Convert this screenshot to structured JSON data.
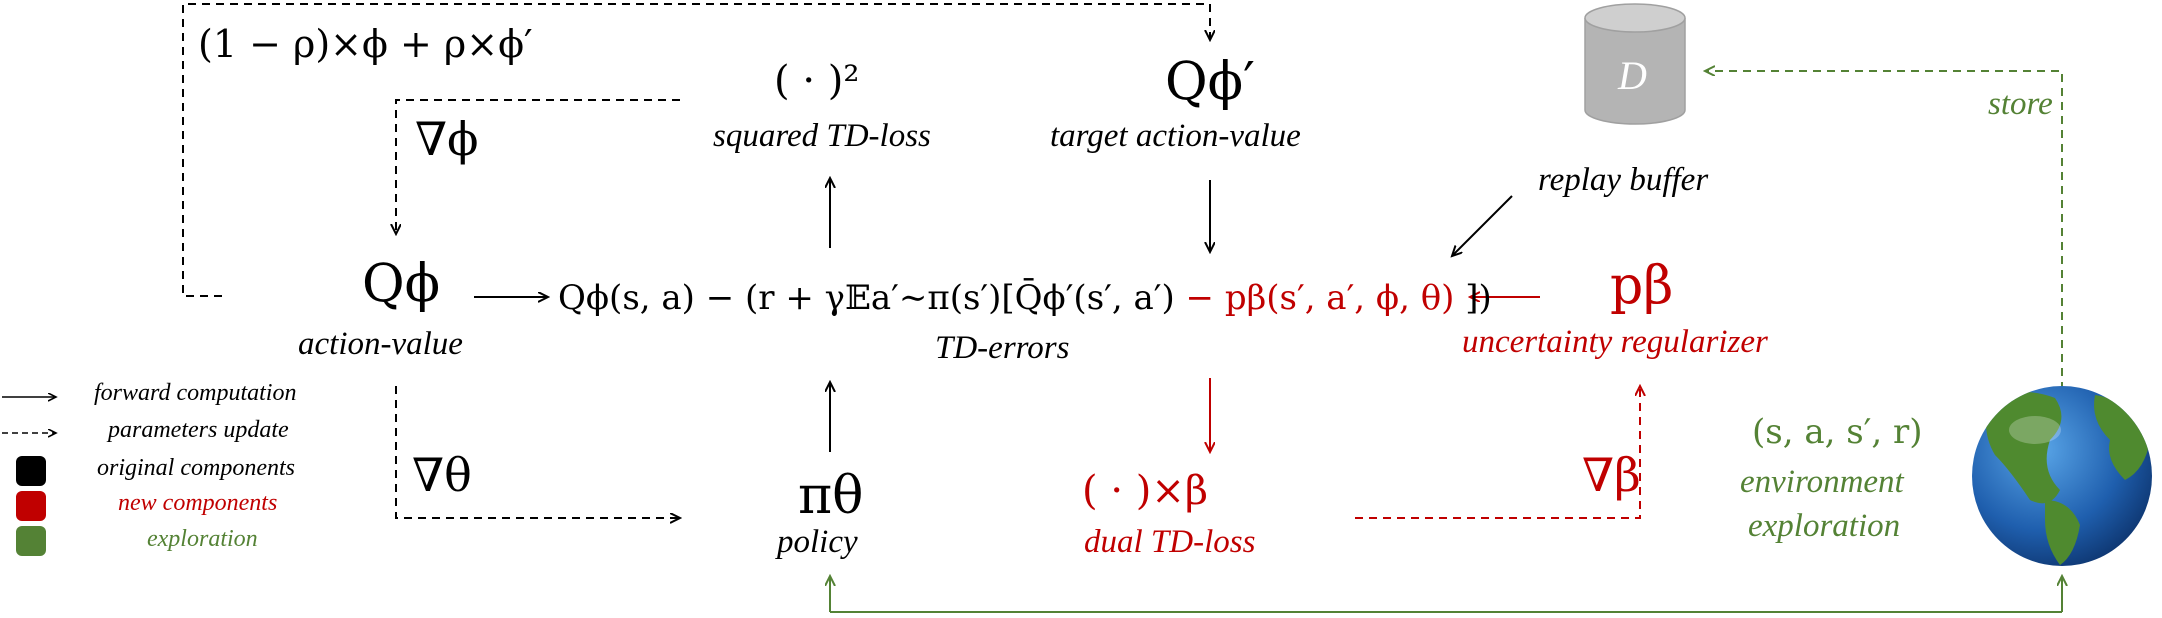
{
  "soft_update": "(1 − ρ)×ϕ + ρ×ϕ′",
  "squared": {
    "symbol": "(   ·   )²",
    "label": "squared TD-loss"
  },
  "target": {
    "symbol": "Qϕ′",
    "label": "target action-value"
  },
  "replay": {
    "symbol": "D",
    "label": "replay buffer"
  },
  "store_label": "store",
  "grad_phi": "∇ϕ",
  "grad_theta": "∇θ",
  "grad_beta": "∇β",
  "critic": {
    "symbol": "Qϕ",
    "label": "action-value"
  },
  "td": {
    "black_part": "Qϕ(s, a) − (r + γ𝔼a′∼π(s′)[Q̄ϕ′(s′, a′)",
    "red_part": "− pβ(s′, a′, ϕ, θ)",
    "close": "])",
    "label": "TD-errors"
  },
  "regularizer": {
    "symbol": "pβ",
    "label": "uncertainty regularizer"
  },
  "policy": {
    "symbol": "πθ",
    "label": "policy"
  },
  "dual": {
    "symbol": "(   ·   )×β",
    "label": "dual TD-loss"
  },
  "env": {
    "tuple": "(s, a, s′, r)",
    "label_line1": "environment",
    "label_line2": "exploration"
  },
  "legend": {
    "forward": "forward computation",
    "update": "parameters update",
    "original": "original components",
    "new": "new components",
    "exploration": "exploration"
  },
  "colors": {
    "black": "#000000",
    "red": "#c00000",
    "green": "#548235",
    "cylinder": "#b4b4b4"
  }
}
